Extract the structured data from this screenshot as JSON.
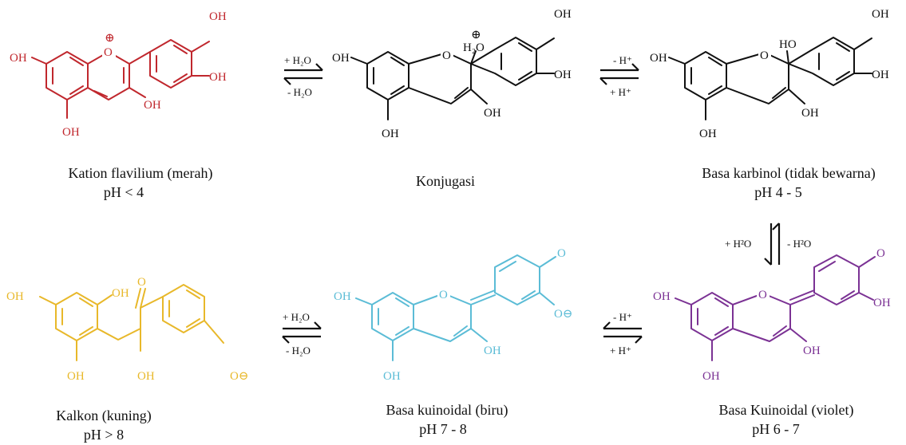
{
  "compounds": {
    "flavylium": {
      "name": "Kation flavilium (merah)",
      "ph": "pH < 4",
      "color": "#c0272d",
      "labels": {
        "oh7": "OH",
        "oh5": "OH",
        "oh3": "OH",
        "oh3p": "OH",
        "oh4p": "OH",
        "o": "O",
        "charge": "⊕"
      }
    },
    "conjugate": {
      "name": "Konjugasi",
      "color": "#111111",
      "labels": {
        "oh7": "OH",
        "oh5": "OH",
        "oh3": "OH",
        "oh3p": "OH",
        "oh4p": "OH",
        "o": "O",
        "h2o": "H₂O",
        "charge": "⊕"
      }
    },
    "carbinol": {
      "name": "Basa karbinol (tidak bewarna)",
      "ph": "pH 4 - 5",
      "color": "#111111",
      "labels": {
        "oh7": "OH",
        "oh5": "OH",
        "oh3": "OH",
        "oh3p": "OH",
        "oh4p": "OH",
        "o": "O",
        "ho2": "HO"
      }
    },
    "quinoidal_violet": {
      "name": "Basa Kuinoidal (violet)",
      "ph": "pH 6 - 7",
      "color": "#7b3294",
      "labels": {
        "oh7": "OH",
        "oh5": "OH",
        "oh3": "OH",
        "oh3p": "OH",
        "o": "O",
        "ketone": "O"
      }
    },
    "quinoidal_blue": {
      "name": "Basa kuinoidal (biru)",
      "ph": "pH 7 - 8",
      "color": "#5bbcd6",
      "labels": {
        "oh7": "OH",
        "oh5": "OH",
        "oh3": "OH",
        "o": "O",
        "ketone": "O",
        "ominus": "O⊖"
      }
    },
    "chalcone": {
      "name": "Kalkon (kuning)",
      "ph": "pH > 8",
      "color": "#e8b82a",
      "labels": {
        "oh_a": "OH",
        "oh_b": "OH",
        "oh_c": "OH",
        "oh_d": "OH",
        "ketone": "O",
        "ominus": "O⊖"
      }
    }
  },
  "equilibria": {
    "eq1": {
      "top": "+ H₂O",
      "bottom": "- H₂O"
    },
    "eq2": {
      "top": "- H⁺",
      "bottom": "+ H⁺"
    },
    "eq3": {
      "left": "+ H²O",
      "right": "- H²O"
    },
    "eq4": {
      "top": "- H⁺",
      "bottom": "+ H⁺"
    },
    "eq5": {
      "top": "+ H₂O",
      "bottom": "- H₂O"
    }
  }
}
